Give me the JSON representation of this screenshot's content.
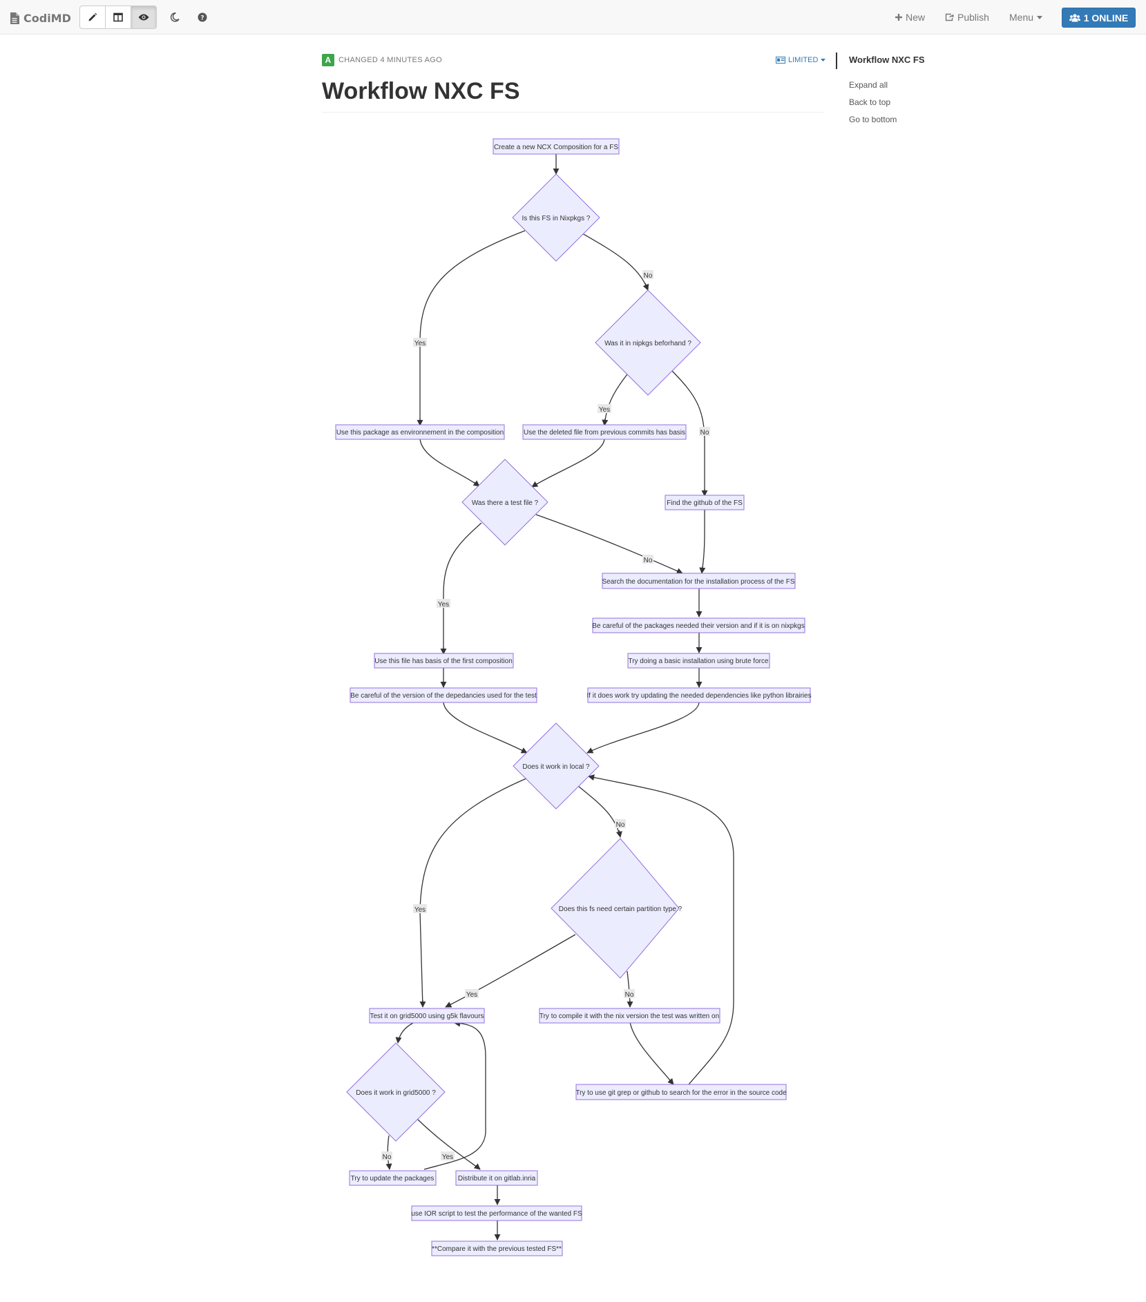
{
  "app": {
    "name": "CodiMD"
  },
  "nav": {
    "edit_icon": "pencil-icon",
    "split_icon": "columns-icon",
    "view_icon": "eye-icon",
    "night_icon": "moon-icon",
    "help_icon": "question-circle-icon",
    "new_label": "New",
    "publish_label": "Publish",
    "menu_label": "Menu",
    "online_label": "1 ONLINE"
  },
  "doc": {
    "author_initial": "A",
    "changed": "CHANGED 4 MINUTES AGO",
    "permission": "LIMITED",
    "title": "Workflow NXC FS"
  },
  "toc": {
    "title": "Workflow NXC FS",
    "expand": "Expand all",
    "top": "Back to top",
    "bottom": "Go to bottom"
  },
  "colors": {
    "node_fill": "#ECECFF",
    "node_stroke": "#9370DB",
    "primary": "#337ab7",
    "avatar": "#3ca64a"
  },
  "flowchart": {
    "nodes": {
      "create": "Create a new NCX Composition for a FS",
      "in_nixpkgs": "Is this FS in Nixpkgs ?",
      "beforehand": "Was it in nipkgs beforhand ?",
      "use_package": "Use this package as environnement in the composition",
      "use_deleted": "Use the deleted file from previous commits has basis",
      "find_github": "Find the github of the FS",
      "test_file": "Was there a test file ?",
      "search_doc": "Search the documentation for the installation process of the FS",
      "careful_packages": "Be careful of the packages needed their version and if it is on nixpkgs",
      "brute_force": "Try doing a basic installation using brute force",
      "use_file": "Use this file has basis of the first composition",
      "careful_versions": "Be careful of the version of the depedancies used for the test",
      "update_deps": "If it does work try updating the needed dependencies like python librairies",
      "work_local": "Does it work in local ?",
      "partition": "Does this fs need certain partition type ?",
      "test_grid": "Test it on grid5000 using g5k flavours",
      "compile_nix": "Try to compile it with the nix version the test was written on",
      "work_grid": "Does it work in grid5000 ?",
      "git_grep": "Try to use git grep or github to search for the error in the source code",
      "update_packages": "Try to update the packages",
      "distribute": "Distribute it on gitlab.inria",
      "ior": "use IOR script to test the performance of the wanted FS",
      "compare": "**Compare it with the previous tested FS**"
    },
    "edge_labels": {
      "yes": "Yes",
      "no": "No"
    }
  }
}
